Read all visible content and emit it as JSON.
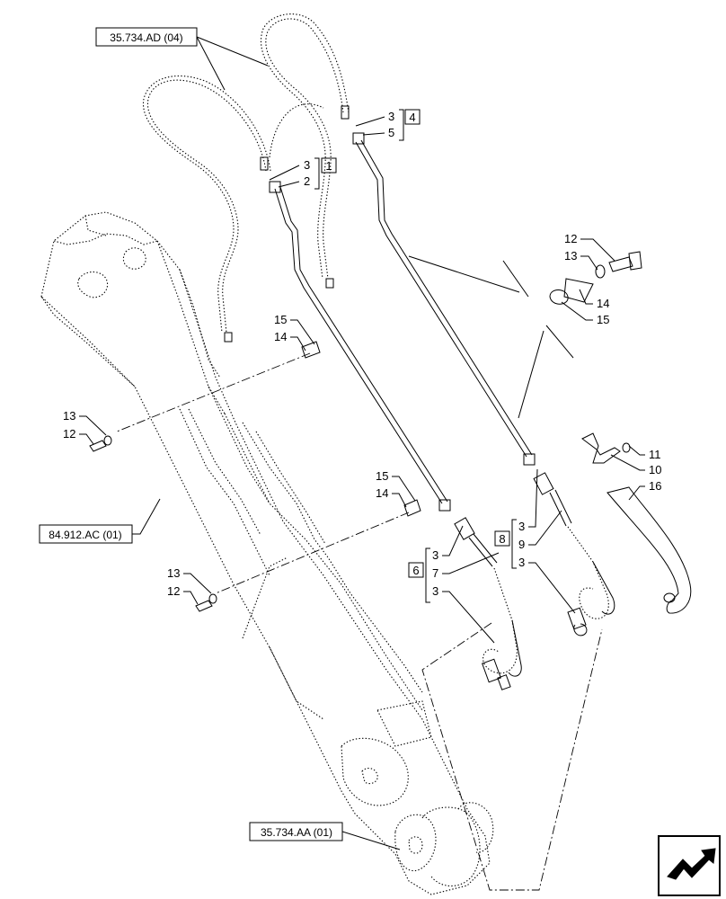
{
  "references": {
    "hose_set": "35.734.AD (04)",
    "boom": "84.912.AC (01)",
    "cylinder": "35.734.AA (01)"
  },
  "callouts": {
    "c3a": "3",
    "c2": "2",
    "kit1": "1",
    "c3b": "3",
    "c5": "5",
    "kit4": "4",
    "c12a": "12",
    "c13a": "13",
    "c14a": "14",
    "c15a": "15",
    "c15b": "15",
    "c14b": "14",
    "c13b": "13",
    "c12b": "12",
    "c15c": "15",
    "c14c": "14",
    "c13c": "13",
    "c12c": "12",
    "c11": "11",
    "c10": "10",
    "c16": "16",
    "kit6": "6",
    "c3c": "3",
    "c7": "7",
    "c3d": "3",
    "kit8": "8",
    "c3e": "3",
    "c9": "9",
    "c3f": "3"
  },
  "icons": {
    "nav": "navigation-arrow-icon"
  }
}
